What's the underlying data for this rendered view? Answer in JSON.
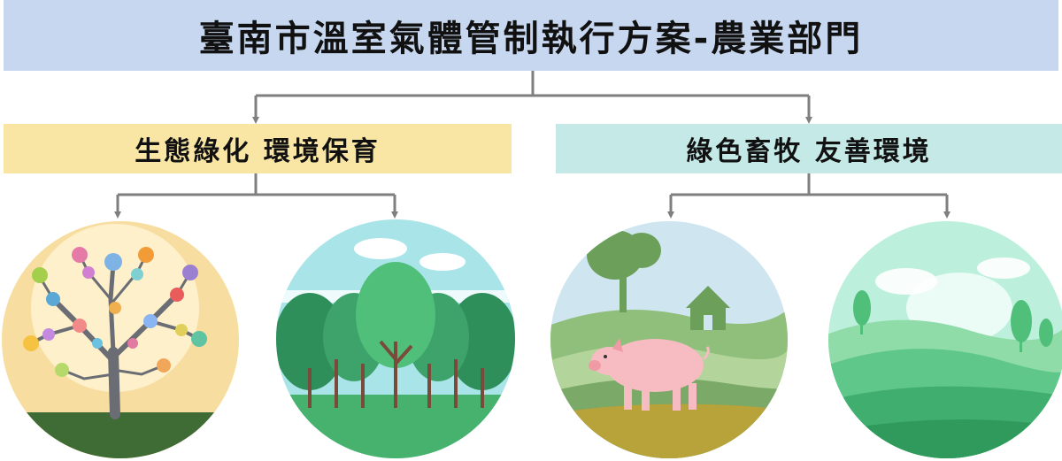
{
  "title": "臺南市溫室氣體管制執行方案-農業部門",
  "branches": [
    {
      "label": "生態綠化  環境保育",
      "images": [
        "tree-people-icon",
        "forest-icon"
      ]
    },
    {
      "label": "綠色畜牧  友善環境",
      "images": [
        "pig-farm-icon",
        "green-hills-icon"
      ]
    }
  ],
  "colors": {
    "title_bg": "#c6d7ef",
    "left_bg": "#f9e6a5",
    "right_bg": "#c4e9e6",
    "connector": "#7f7f7f"
  }
}
